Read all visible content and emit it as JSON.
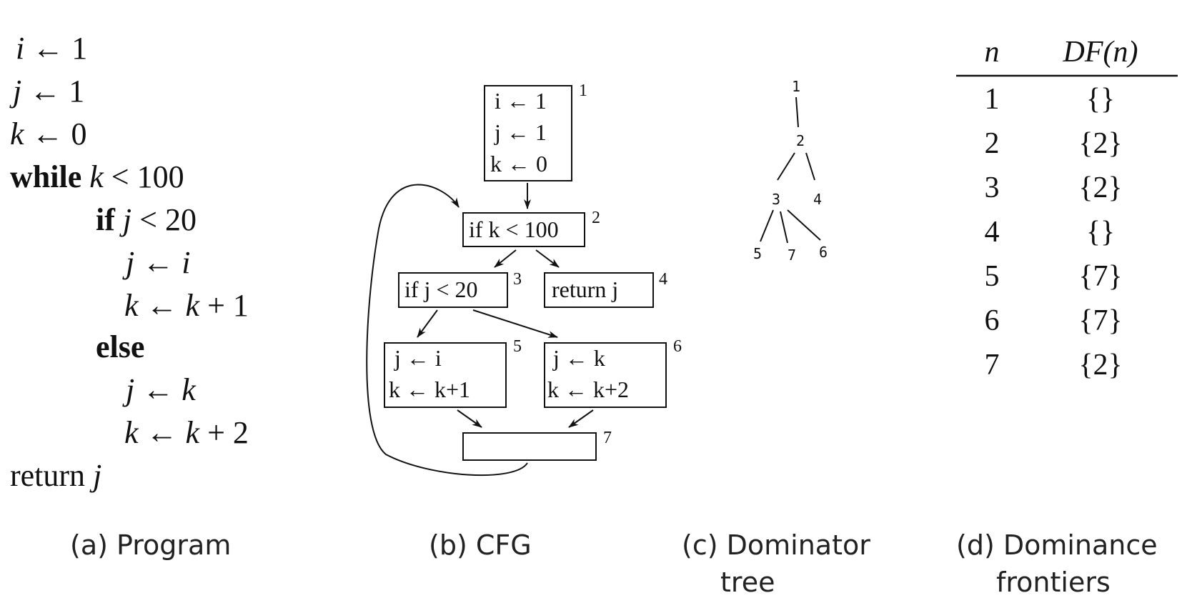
{
  "program": {
    "lines": [
      {
        "kw": "",
        "var": "i",
        "rest": " ← 1"
      },
      {
        "kw": "",
        "var": "j",
        "rest": " ← 1"
      },
      {
        "kw": "",
        "var": "k",
        "rest": " ← 0"
      },
      {
        "kw": "while",
        "var": " k",
        "rest": " < 100"
      },
      {
        "kw": "if",
        "var": " j",
        "rest": " < 20"
      },
      {
        "kw": "",
        "var": "j",
        "rest": " ← ",
        "var2": "i"
      },
      {
        "kw": "",
        "var": "k",
        "rest": " ← ",
        "var2": "k",
        "rest2": " + 1"
      },
      {
        "kw": "else",
        "var": "",
        "rest": ""
      },
      {
        "kw": "",
        "var": "j",
        "rest": " ← ",
        "var2": "k"
      },
      {
        "kw": "",
        "var": "k",
        "rest": " ← ",
        "var2": "k",
        "rest2": " + 2"
      },
      {
        "kw": "",
        "plain": "return ",
        "var": "j",
        "rest": ""
      }
    ],
    "caption": "(a) Program"
  },
  "cfg": {
    "nodes": [
      {
        "id": "1",
        "lines": [
          "i ← 1",
          "j ← 1",
          "k ← 0"
        ]
      },
      {
        "id": "2",
        "lines": [
          "if k < 100"
        ]
      },
      {
        "id": "3",
        "lines": [
          "if j < 20"
        ]
      },
      {
        "id": "4",
        "lines": [
          "return  j"
        ]
      },
      {
        "id": "5",
        "lines": [
          "j ← i",
          "k ← k+1"
        ]
      },
      {
        "id": "6",
        "lines": [
          "j ← k",
          "k ← k+2"
        ]
      },
      {
        "id": "7",
        "lines": []
      }
    ],
    "edges": [
      [
        "1",
        "2"
      ],
      [
        "2",
        "3"
      ],
      [
        "2",
        "4"
      ],
      [
        "3",
        "5"
      ],
      [
        "3",
        "6"
      ],
      [
        "5",
        "7"
      ],
      [
        "6",
        "7"
      ],
      [
        "7",
        "2"
      ]
    ],
    "caption": "(b) CFG"
  },
  "dom_tree": {
    "nodes": [
      "1",
      "2",
      "3",
      "4",
      "5",
      "7",
      "6"
    ],
    "edges": [
      [
        "1",
        "2"
      ],
      [
        "2",
        "3"
      ],
      [
        "2",
        "4"
      ],
      [
        "3",
        "5"
      ],
      [
        "3",
        "7"
      ],
      [
        "3",
        "6"
      ]
    ],
    "caption_line1": "(c) Dominator",
    "caption_line2": "tree"
  },
  "df_table": {
    "header_n": "n",
    "header_df": "DF(n)",
    "rows": [
      {
        "n": "1",
        "df": "{}"
      },
      {
        "n": "2",
        "df": "{2}"
      },
      {
        "n": "3",
        "df": "{2}"
      },
      {
        "n": "4",
        "df": "{}"
      },
      {
        "n": "5",
        "df": "{7}"
      },
      {
        "n": "6",
        "df": "{7}"
      },
      {
        "n": "7",
        "df": "{2}"
      }
    ],
    "caption_line1": "(d) Dominance",
    "caption_line2": "frontiers"
  }
}
